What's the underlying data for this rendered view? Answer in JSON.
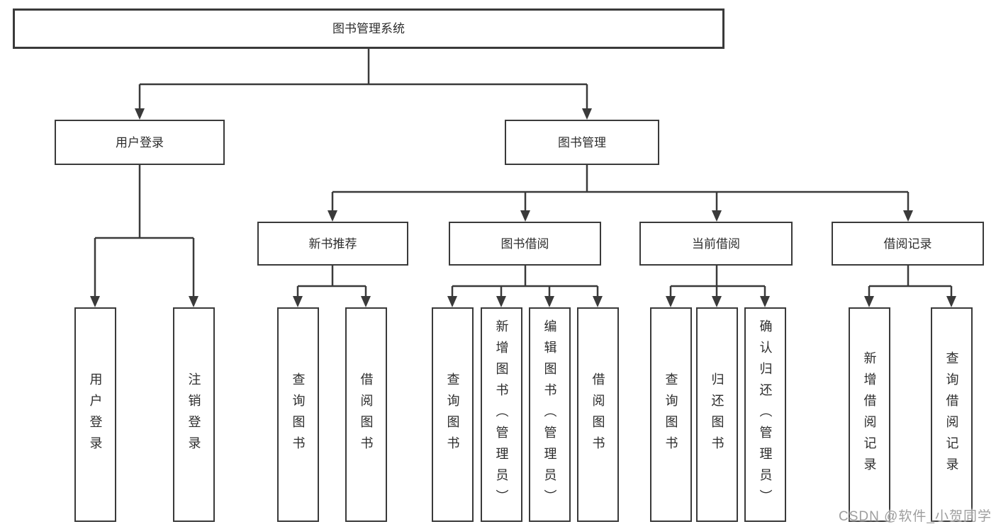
{
  "diagram": {
    "type": "hierarchy-tree",
    "colors": {
      "line": "#3a3a3a",
      "border": "#3a3a3a",
      "text": "#2d2d2d",
      "background": "#ffffff",
      "watermark": "#9e9e9e"
    },
    "nodes": {
      "root": {
        "label": "图书管理系统"
      },
      "user_login": {
        "label": "用户登录"
      },
      "book_management": {
        "label": "图书管理"
      },
      "new_book_recommend": {
        "label": "新书推荐"
      },
      "book_borrowing": {
        "label": "图书借阅"
      },
      "current_borrowing": {
        "label": "当前借阅"
      },
      "borrowing_records": {
        "label": "借阅记录"
      }
    },
    "leaves": {
      "ul_user_login": {
        "label": "用户登录",
        "parent": "用户登录"
      },
      "ul_logout": {
        "label": "注销登录",
        "parent": "用户登录"
      },
      "nbr_query_books": {
        "label": "查询图书",
        "parent": "新书推荐"
      },
      "nbr_borrow_books": {
        "label": "借阅图书",
        "parent": "新书推荐"
      },
      "bb_query_books": {
        "label": "查询图书",
        "parent": "图书借阅"
      },
      "bb_add_books_admin": {
        "label": "新增图书（管理员）",
        "parent": "图书借阅"
      },
      "bb_edit_books_admin": {
        "label": "编辑图书（管理员）",
        "parent": "图书借阅"
      },
      "bb_borrow_books": {
        "label": "借阅图书",
        "parent": "图书借阅"
      },
      "cb_query_books": {
        "label": "查询图书",
        "parent": "当前借阅"
      },
      "cb_return_books": {
        "label": "归还图书",
        "parent": "当前借阅"
      },
      "cb_confirm_return_admin": {
        "label": "确认归还（管理员）",
        "parent": "当前借阅"
      },
      "br_add_record": {
        "label": "新增借阅记录",
        "parent": "借阅记录"
      },
      "br_query_record": {
        "label": "查询借阅记录",
        "parent": "借阅记录"
      }
    }
  },
  "watermark": {
    "text": "CSDN @软件_小贺同学"
  }
}
